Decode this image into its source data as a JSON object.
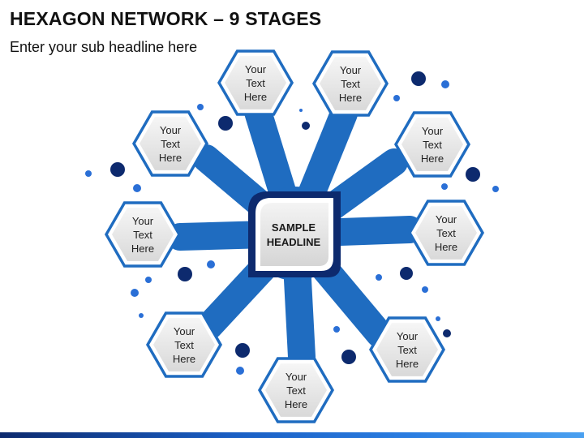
{
  "header": {
    "title": "HEXAGON NETWORK – 9 STAGES",
    "subtitle": "Enter your sub headline here"
  },
  "center": {
    "line1": "SAMPLE",
    "line2": "HEADLINE"
  },
  "stages": [
    {
      "id": "stage-1",
      "lines": [
        "Your",
        "Text",
        "Here"
      ]
    },
    {
      "id": "stage-2",
      "lines": [
        "Your",
        "Text",
        "Here"
      ]
    },
    {
      "id": "stage-3",
      "lines": [
        "Your",
        "Text",
        "Here"
      ]
    },
    {
      "id": "stage-4",
      "lines": [
        "Your",
        "Text",
        "Here"
      ]
    },
    {
      "id": "stage-5",
      "lines": [
        "Your",
        "Text",
        "Here"
      ]
    },
    {
      "id": "stage-6",
      "lines": [
        "Your",
        "Text",
        "Here"
      ]
    },
    {
      "id": "stage-7",
      "lines": [
        "Your",
        "Text",
        "Here"
      ]
    },
    {
      "id": "stage-8",
      "lines": [
        "Your",
        "Text",
        "Here"
      ]
    },
    {
      "id": "stage-9",
      "lines": [
        "Your",
        "Text",
        "Here"
      ]
    }
  ],
  "colors": {
    "branch": "#1f6cc0",
    "hex_border": "#1f6cc0",
    "hex_fill": "#eaeaea",
    "center_border": "#0d2a6e",
    "dot_dark": "#0d2a6e",
    "dot_light": "#2a6fd6",
    "text": "#222222"
  }
}
